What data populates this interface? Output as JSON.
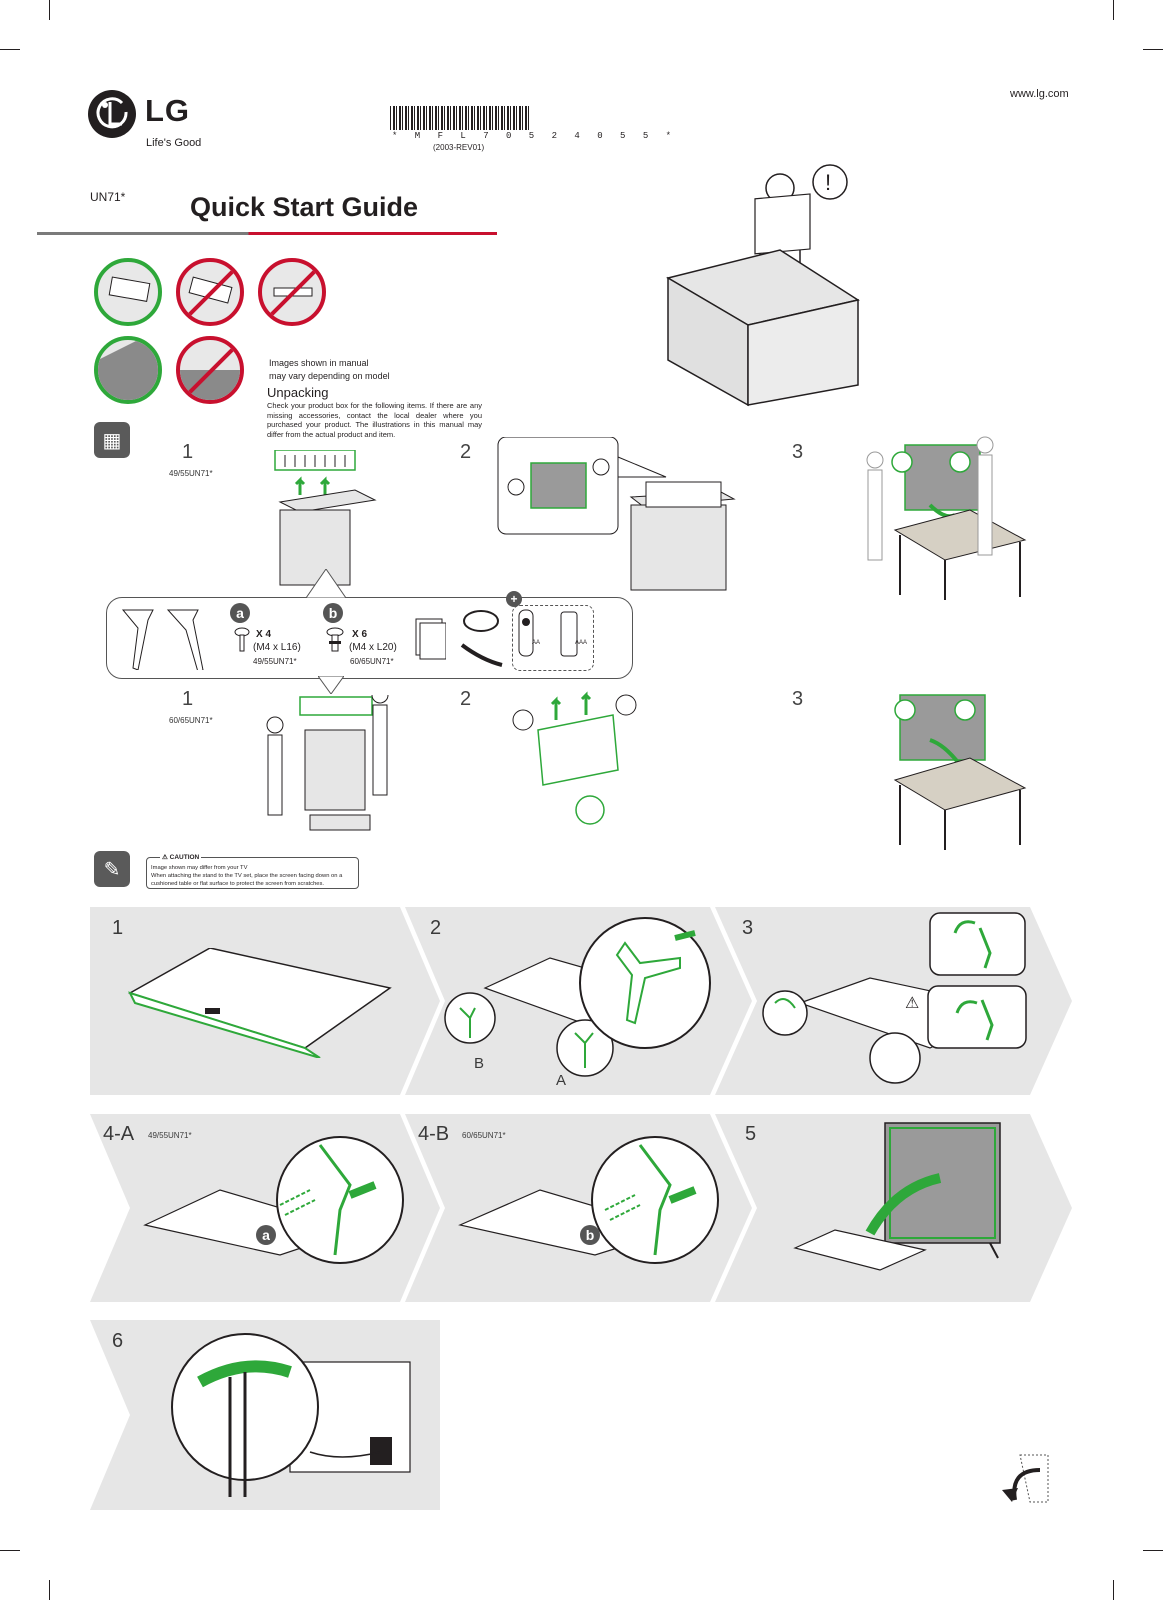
{
  "header": {
    "brand": "LG",
    "tagline": "Life's Good",
    "url": "www.lg.com",
    "barcode_text": "* M F L 7 0 5 2 4 0 5 5 *",
    "revision": "(2003-REV01)",
    "model": "UN71*",
    "title": "Quick Start Guide"
  },
  "unpacking": {
    "note_line1": "Images shown in manual",
    "note_line2": "may vary depending on model",
    "heading": "Unpacking",
    "text": "Check your product box for the following items. If there are any missing accessories, contact the local dealer where you purchased your product. The illustrations in this manual may differ from the actual product and item.",
    "steps_small": [
      {
        "num": "1",
        "label": "49/55UN71*"
      },
      {
        "num": "2"
      },
      {
        "num": "3"
      }
    ],
    "steps_large": [
      {
        "num": "1",
        "label": "60/65UN71*"
      },
      {
        "num": "2"
      },
      {
        "num": "3"
      }
    ]
  },
  "accessories": {
    "a": {
      "badge": "a",
      "count": "X 4",
      "size": "(M4 x L16)",
      "model": "49/55UN71*"
    },
    "b": {
      "badge": "b",
      "count": "X 6",
      "size": "(M4 x L20)",
      "model": "60/65UN71*"
    },
    "battery_aa": "AA",
    "battery_aaa": "AAA"
  },
  "caution": {
    "heading": "CAUTION",
    "line1": "Image shown may differ from your TV",
    "line2": "When attaching the stand to the TV set, place the screen facing down on a cushioned table or flat surface to protect the screen from scratches."
  },
  "assembly": {
    "p1": "1",
    "p2": "2",
    "p2_b": "B",
    "p2_a": "A",
    "p3": "3",
    "p4a": "4-A",
    "p4a_label": "49/55UN71*",
    "p4a_badge": "a",
    "p4b": "4-B",
    "p4b_label": "60/65UN71*",
    "p4b_badge": "b",
    "p5": "5",
    "p6": "6"
  },
  "colors": {
    "accent_green": "#2ea83a",
    "warning_red": "#c8102e",
    "panel_gray": "#e6e6e6"
  }
}
